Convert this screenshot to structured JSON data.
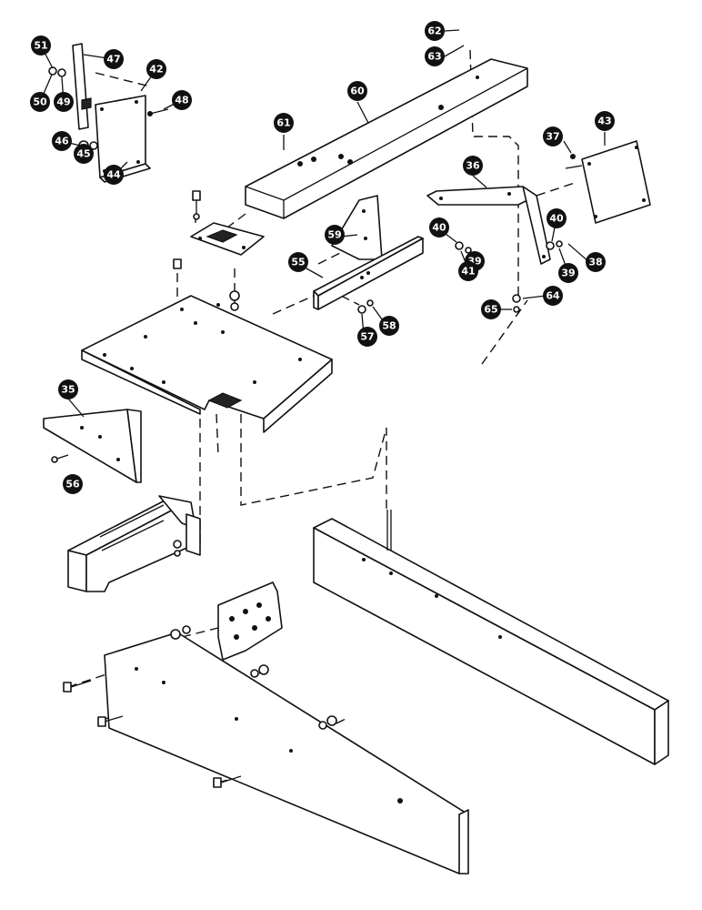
{
  "callouts": [
    {
      "label": "51"
    },
    {
      "label": "47"
    },
    {
      "label": "42"
    },
    {
      "label": "50"
    },
    {
      "label": "49"
    },
    {
      "label": "48"
    },
    {
      "label": "46"
    },
    {
      "label": "45"
    },
    {
      "label": "44"
    },
    {
      "label": "62"
    },
    {
      "label": "63"
    },
    {
      "label": "60"
    },
    {
      "label": "61"
    },
    {
      "label": "37"
    },
    {
      "label": "43"
    },
    {
      "label": "36"
    },
    {
      "label": "59"
    },
    {
      "label": "40"
    },
    {
      "label": "39"
    },
    {
      "label": "41"
    },
    {
      "label": "40"
    },
    {
      "label": "39"
    },
    {
      "label": "38"
    },
    {
      "label": "55"
    },
    {
      "label": "58"
    },
    {
      "label": "57"
    },
    {
      "label": "65"
    },
    {
      "label": "64"
    },
    {
      "label": "35"
    },
    {
      "label": "56"
    }
  ],
  "colors": {
    "ink": "#111111",
    "paper": "#ffffff"
  }
}
